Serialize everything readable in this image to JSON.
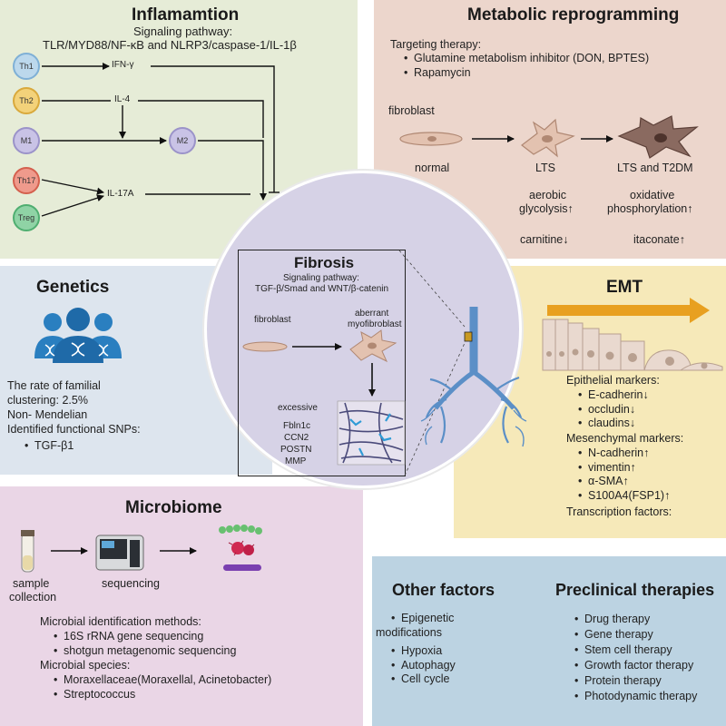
{
  "inflammation": {
    "title": "Inflamamtion",
    "subtitle_1": "Signaling pathway:",
    "subtitle_2": "TLR/MYD88/NF-κB and NLRP3/caspase-1/IL-1β",
    "cells": [
      "Th1",
      "Th2",
      "M1",
      "M2",
      "Th17",
      "Treg"
    ],
    "mediators": [
      "IFN-γ",
      "IL-4",
      "IL-17A"
    ],
    "colors": {
      "Th1": "#bcd8ec",
      "Th2": "#f3d27a",
      "M1": "#c9c3e6",
      "M2": "#c9c3e6",
      "Th17": "#ef9a8c",
      "Treg": "#8fd3a5",
      "bg": "#e6ecd7"
    }
  },
  "metabolic": {
    "title": "Metabolic reprogramming",
    "therapy_label": "Targeting therapy:",
    "therapies": [
      "Glutamine metabolism inhibitor (DON, BPTES)",
      "Rapamycin"
    ],
    "fibroblast_label": "fibroblast",
    "stages": [
      "normal",
      "LTS",
      "LTS and T2DM"
    ],
    "lts_changes": [
      "aerobic",
      "glycolysis↑",
      "carnitine↓"
    ],
    "t2dm_changes": [
      "oxidative",
      "phosphorylation↑",
      "itaconate↑"
    ],
    "bg": "#ecd6cc"
  },
  "genetics": {
    "title": "Genetics",
    "lines": [
      "The rate of familial",
      "clustering: 2.5%",
      "Non- Mendelian",
      "Identified  functional SNPs:"
    ],
    "snps": [
      "TGF-β1"
    ],
    "icon": "family-dna-icon",
    "bg": "#dde5ee"
  },
  "fibrosis": {
    "title": "Fibrosis",
    "subtitle_1": "Signaling pathway:",
    "subtitle_2": "TGF-β/Smad and WNT/β-catenin",
    "fibroblast_label": "fibroblast",
    "myofibroblast_label_1": "aberrant",
    "myofibroblast_label_2": "myofibroblast",
    "excessive_label": "excessive",
    "ecm_components": [
      "Fbln1c",
      "CCN2",
      "POSTN",
      "MMP"
    ],
    "icon": "lung-icon",
    "bg": "#d6d2e6"
  },
  "emt": {
    "title": "EMT",
    "epithelial_label": "Epithelial markers:",
    "epithelial_markers": [
      "E-cadherin↓",
      "occludin↓",
      "claudins↓"
    ],
    "mesenchymal_label": "Mesenchymal markers:",
    "mesenchymal_markers": [
      "N-cadherin↑",
      "vimentin↑",
      "α-SMA↑",
      "S100A4(FSP1)↑"
    ],
    "transcription_label": "Transcription factors:",
    "bg": "#f6e9b9"
  },
  "microbiome": {
    "title": "Microbiome",
    "step_1_a": "sample",
    "step_1_b": "collection",
    "step_2": "sequencing",
    "methods_label": "Microbial identification methods:",
    "methods": [
      "16S rRNA gene sequencing",
      "shotgun metagenomic sequencing"
    ],
    "species_label": "Microbial species:",
    "species": [
      "Moraxellaceae(Moraxellal, Acinetobacter)",
      "Streptococcus"
    ],
    "bg": "#ead6e6"
  },
  "other_factors": {
    "title": "Other factors",
    "items": [
      "Epigenetic",
      "Hypoxia",
      "Autophagy",
      "Cell cycle"
    ],
    "item_1_continuation": "modifications"
  },
  "preclinical": {
    "title": "Preclinical therapies",
    "items": [
      "Drug therapy",
      "Gene therapy",
      "Stem cell therapy",
      "Growth factor therapy",
      "Protein therapy",
      "Photodynamic therapy"
    ],
    "bg": "#bcd3e2"
  }
}
